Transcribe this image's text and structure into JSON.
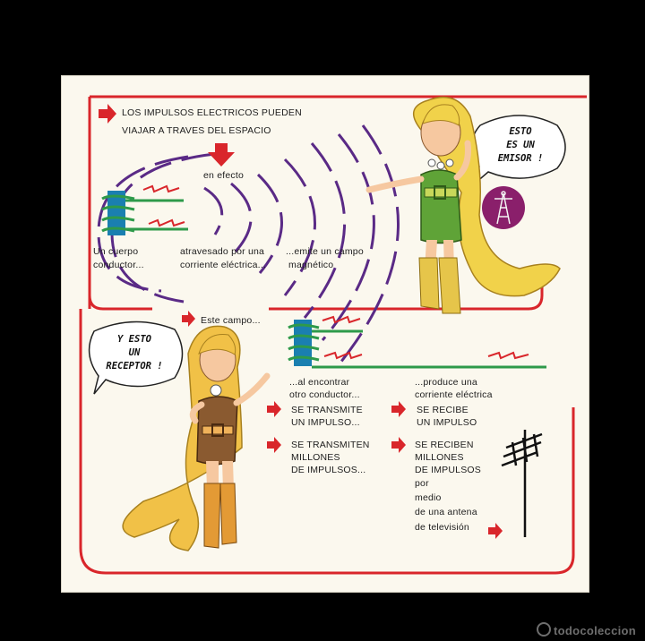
{
  "header": {
    "line1": "LOS IMPULSOS ELECTRICOS PUEDEN",
    "line2": "VIAJAR A TRAVES DEL ESPACIO"
  },
  "labels": {
    "en_efecto": "en efecto",
    "cuerpo_1": "Un cuerpo",
    "cuerpo_2": "conductor...",
    "atravesado_1": "atravesado por una",
    "atravesado_2": "corriente eléctrica...",
    "emite_1": "...emite un campo",
    "emite_2": "magnético",
    "este_campo": "Este campo...",
    "al_encontrar_1": "...al encontrar",
    "al_encontrar_2": "otro conductor...",
    "produce_1": "...produce una",
    "produce_2": "corriente eléctrica",
    "transmite_1": "SE TRANSMITE",
    "transmite_2": "UN IMPULSO...",
    "recibe_1": "SE RECIBE",
    "recibe_2": "UN IMPULSO",
    "transmiten_1": "SE TRANSMITEN",
    "transmiten_2": "MILLONES",
    "transmiten_3": "DE IMPULSOS...",
    "reciben_1": "SE RECIBEN",
    "reciben_2": "MILLONES",
    "reciben_3": "DE IMPULSOS",
    "reciben_4": "por",
    "reciben_5": "medio",
    "reciben_6": "de una antena",
    "reciben_7": "de televisión"
  },
  "bubbles": {
    "emisor_1": "ESTO",
    "emisor_2": "ES UN",
    "emisor_3": "EMISOR !",
    "receptor_1": "Y ESTO",
    "receptor_2": "UN",
    "receptor_3": "RECEPTOR !"
  },
  "watermark": "todocoleccion",
  "colors": {
    "accent_red": "#d9262b",
    "wave_purple": "#5a2a86",
    "coil_blue": "#1a7fb0",
    "wire_green": "#2e9a4a",
    "card_bg": "#fbf8ee"
  }
}
